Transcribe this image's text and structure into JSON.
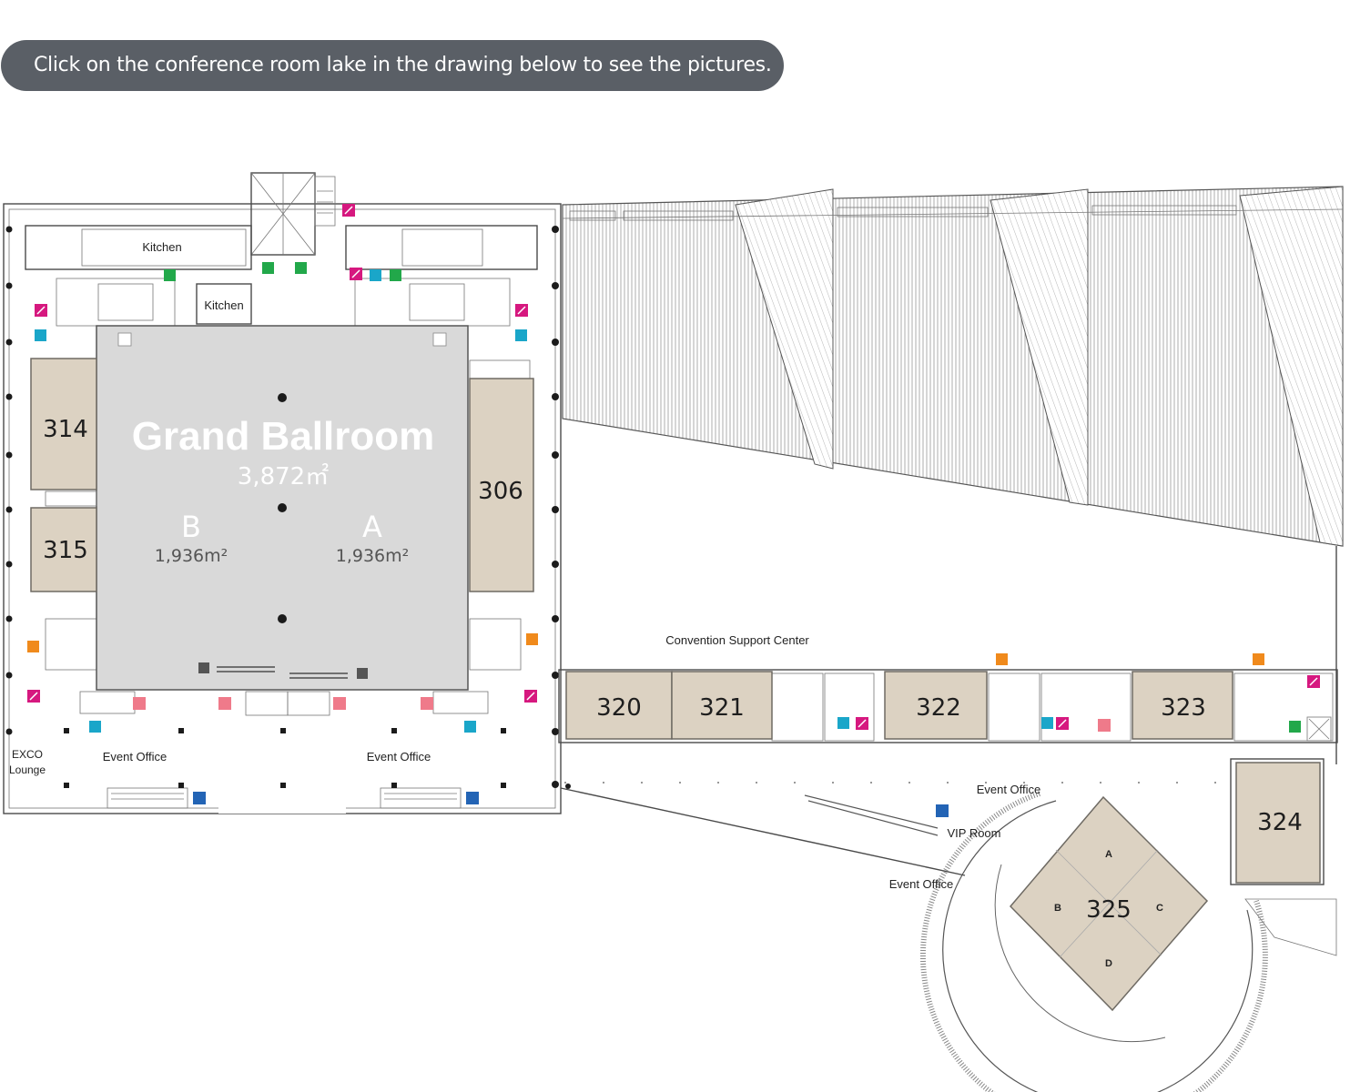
{
  "banner": {
    "text": "Click on the conference room lake in the drawing below to see the pictures."
  },
  "ballroom": {
    "title": "Grand Ballroom",
    "area": "3,872㎡",
    "section_b": {
      "letter": "B",
      "area": "1,936m²"
    },
    "section_a": {
      "letter": "A",
      "area": "1,936m²"
    }
  },
  "rooms": {
    "r314": "314",
    "r315": "315",
    "r306": "306",
    "r320": "320",
    "r321": "321",
    "r322": "322",
    "r323": "323",
    "r324": "324",
    "r325": "325"
  },
  "room325_sections": {
    "a": "A",
    "b": "B",
    "c": "C",
    "d": "D"
  },
  "labels": {
    "kitchen_top": "Kitchen",
    "kitchen_mid": "Kitchen",
    "event_office_left": "Event Office",
    "event_office_center": "Event Office",
    "event_office_right_top": "Event Office",
    "event_office_right_bottom": "Event Office",
    "exco_lounge_line1": "EXCO",
    "exco_lounge_line2": "Lounge",
    "convention_support": "Convention Support Center",
    "vip_room": "VIP Room"
  },
  "colors": {
    "banner": "#5a5f66",
    "room_fill": "#dcd2c2",
    "ballroom_fill": "#d9d9d9",
    "elevator_icon": "#1aa6c9",
    "restroom_icon": "#f08a1c",
    "smoking_icon": "#d6187f",
    "exit_icon": "#22a84a",
    "escalator_icon": "#2364b5",
    "nursing_icon": "#ef7a8a"
  }
}
